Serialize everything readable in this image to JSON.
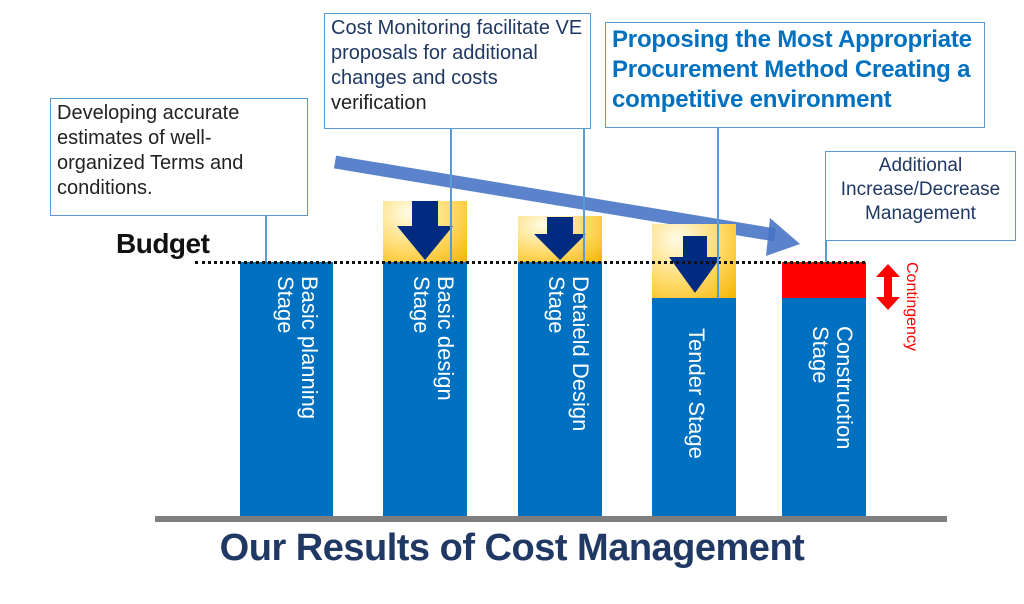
{
  "title": "Our Results of Cost Management",
  "budget_label": "Budget",
  "contingency_label": "Contingency",
  "callouts": {
    "planning": [
      "Developing accurate",
      "estimates of well-",
      "organized Terms and",
      "conditions."
    ],
    "design": [
      "Cost Monitoring facilitate VE",
      "proposals for additional",
      "changes and costs",
      "verification"
    ],
    "tender": [
      "Proposing the Most Appropriate",
      "Procurement Method Creating a",
      "competitive environment"
    ],
    "construction": [
      "Additional",
      "Increase/Decrease",
      "Management"
    ]
  },
  "stages": [
    {
      "label": "Basic planning\nStage",
      "reduction": false
    },
    {
      "label": "Basic design\nStage",
      "reduction": true
    },
    {
      "label": "Detaield Design\nStage",
      "reduction": true
    },
    {
      "label": "Tender Stage",
      "reduction": true
    },
    {
      "label": "Construction\nStage",
      "contingency": true
    }
  ],
  "colors": {
    "bar": "#0070c0",
    "reduction_box": "#ffd966",
    "down_arrow": "#002b80",
    "trend_arrow": "#4472c4",
    "contingency": "#ff0000",
    "callout_border": "#5b9bd5",
    "title": "#203864",
    "baseline": "#7f7f7f"
  }
}
